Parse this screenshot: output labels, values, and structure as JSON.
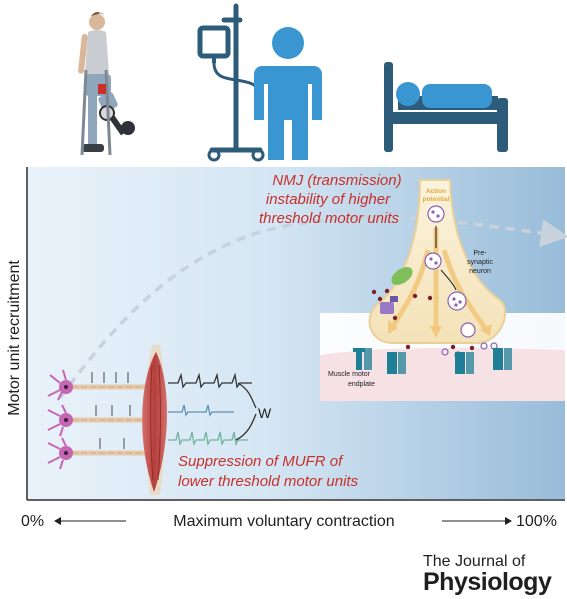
{
  "figure": {
    "y_axis_label": "Motor unit recruitment",
    "x_axis": {
      "min_label": "0%",
      "center_label": "Maximum voluntary contraction",
      "max_label": "100%"
    },
    "annotations": {
      "nmj_line1": "NMJ (transmission)",
      "nmj_line2": "instability of higher",
      "nmj_line3": "threshold motor units",
      "mufr_line1": "Suppression of MUFR of",
      "mufr_line2": "lower threshold motor units"
    },
    "synapse_labels": {
      "action_line1": "Action",
      "action_line2": "potential",
      "pre_line1": "Pre-",
      "pre_line2": "synaptic",
      "pre_line3": "neuron",
      "endplate_line1": "Muscle motor",
      "endplate_line2": "endplate"
    },
    "colors": {
      "annotation_red": "#c8302b",
      "icon_blue": "#3a96d0",
      "icon_dark": "#2c5c7a",
      "muscle_red": "#c0504d",
      "receptor_teal": "#1f7f96"
    },
    "icons": [
      "amputee-with-crutches-icon",
      "patient-with-iv-drip-icon",
      "patient-in-bed-icon"
    ]
  },
  "journal": {
    "line1": "The Journal of",
    "line2": "Physiology"
  }
}
